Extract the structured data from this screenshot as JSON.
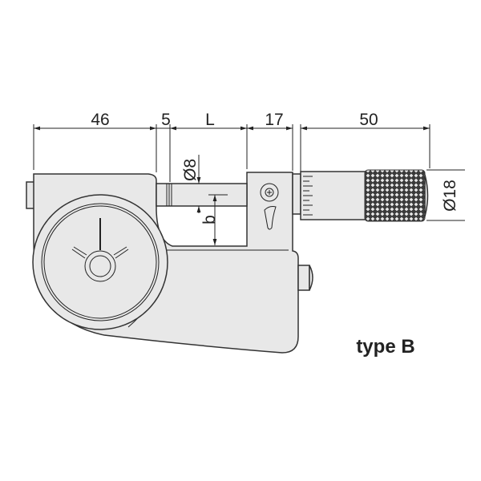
{
  "drawing": {
    "dimensions": {
      "d46": "46",
      "d5": "5",
      "dL": "L",
      "d17": "17",
      "d50": "50",
      "dia8": "Ø8",
      "dia18": "Ø18",
      "b": "b"
    },
    "label": "type B",
    "colors": {
      "body": "#e8e8e8",
      "line": "#222222",
      "knurl": "#3a3a3a"
    }
  }
}
